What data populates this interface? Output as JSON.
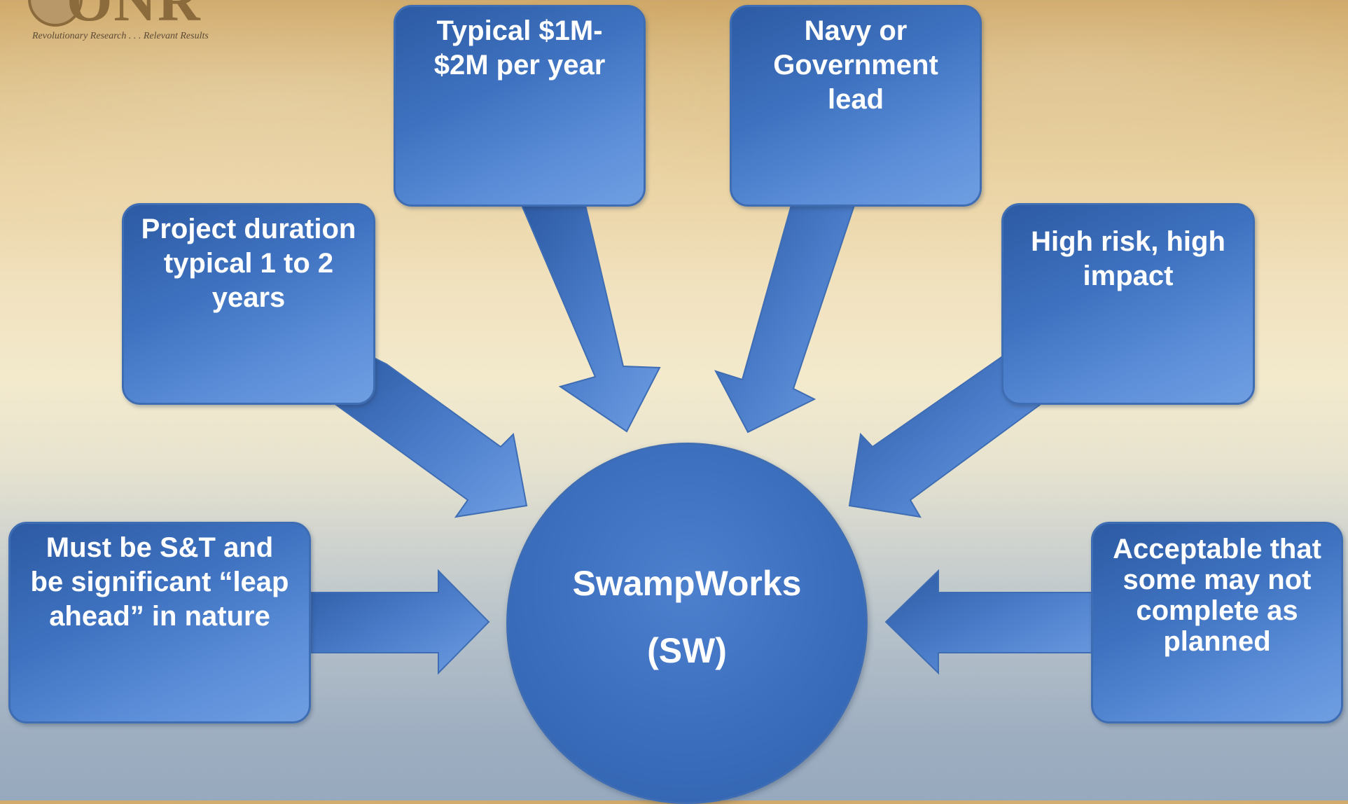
{
  "logo": {
    "letters": "ONR",
    "tagline": "Revolutionary Research . . . Relevant Results"
  },
  "center": {
    "label": "SwampWorks\n(SW)"
  },
  "boxes": {
    "cost": "Typical $1M-\n$2M per year",
    "lead": "Navy or\nGovernment\nlead",
    "duration": "Project duration\ntypical 1 to 2\nyears",
    "risk": "High risk, high\nimpact",
    "leap": "Must be S&T and\nbe significant “leap\nahead” in nature",
    "acceptable": "Acceptable that\nsome may not\ncomplete as\nplanned"
  },
  "colors": {
    "shape_fill": "#4a7cc9",
    "shape_border": "#3f6db3",
    "text": "#ffffff",
    "logo": "#8b6a3c"
  }
}
